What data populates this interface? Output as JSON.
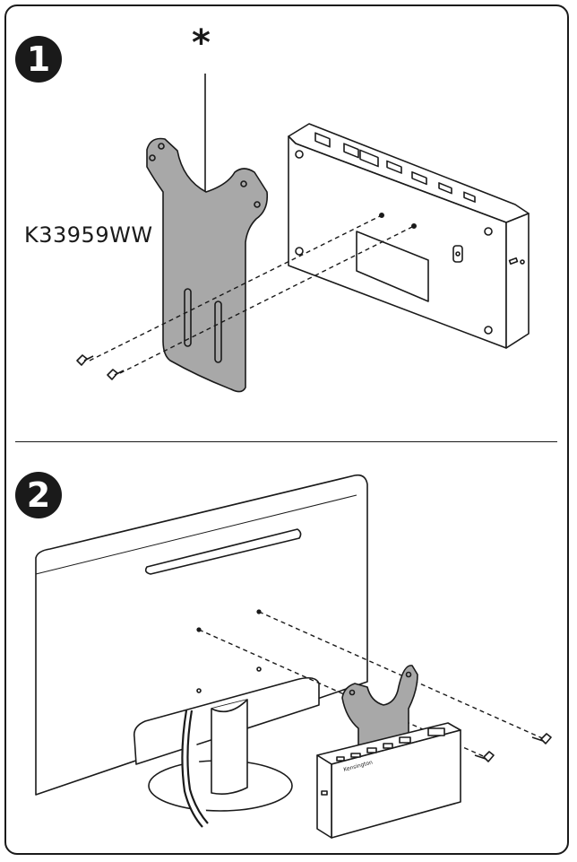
{
  "steps": [
    {
      "number": "1"
    },
    {
      "number": "2"
    }
  ],
  "part_number": "K33959WW",
  "callout_symbol": "*",
  "dock_brand": "Kensington",
  "colors": {
    "line": "#1a1a1a",
    "bracket_fill": "#a8a8a8",
    "background": "#ffffff"
  }
}
